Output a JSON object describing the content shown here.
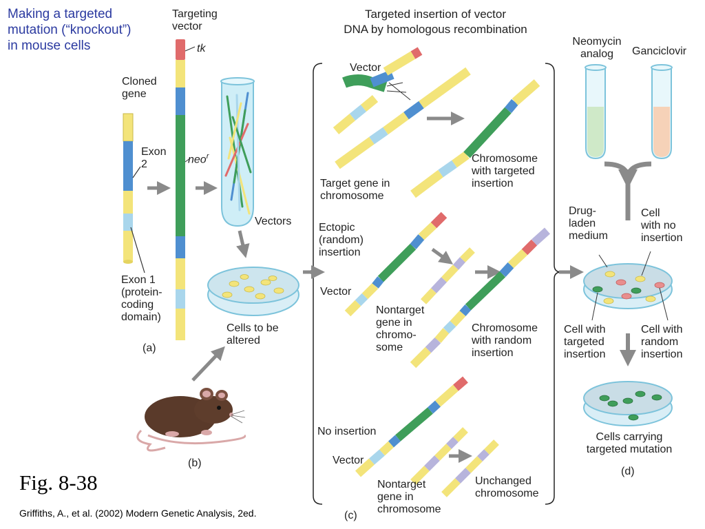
{
  "title": "Making a targeted\nmutation (“knockout”)\nin mouse cells",
  "figure_label": "Fig. 8-38",
  "citation": "Griffiths, A., et al. (2002) Modern Genetic Analysis, 2ed.",
  "panel_a": {
    "targeting_vector": "Targeting\nvector",
    "tk": "tk",
    "cloned_gene": "Cloned\ngene",
    "exon2": "Exon\n2",
    "neo": "neo",
    "neo_sup": "r",
    "exon1": "Exon 1\n(protein-\ncoding\ndomain)",
    "vectors": "Vectors",
    "cells_to_be_altered": "Cells to be\naltered",
    "label": "(a)"
  },
  "panel_b": {
    "label": "(b)"
  },
  "panel_c": {
    "heading": "Targeted insertion of vector\nDNA by homologous recombination",
    "vector1": "Vector",
    "target_gene": "Target gene in\nchromosome",
    "chrom_targeted": "Chromosome\nwith targeted\ninsertion",
    "ectopic": "Ectopic\n(random)\ninsertion",
    "vector2": "Vector",
    "nontarget1": "Nontarget\ngene in\nchromo-\nsome",
    "chrom_random": "Chromosome\nwith random\ninsertion",
    "no_insertion": "No insertion",
    "vector3": "Vector",
    "nontarget2": "Nontarget\ngene in\nchromosome",
    "unchanged": "Unchanged\nchromosome",
    "label": "(c)"
  },
  "panel_d": {
    "neomycin": "Neomycin\nanalog",
    "ganciclovir": "Ganciclovir",
    "drug_medium": "Drug-\nladen\nmedium",
    "cell_no_insertion": "Cell\nwith no\ninsertion",
    "cell_targeted": "Cell with\ntargeted\ninsertion",
    "cell_random": "Cell with\nrandom\ninsertion",
    "cells_carrying": "Cells carrying\ntargeted mutation",
    "label": "(d)"
  },
  "colors": {
    "title": "#2b3aa0",
    "dna_yellow": "#f3e47a",
    "dna_blue": "#4f8fd0",
    "dna_lightblue": "#a9d6ec",
    "dna_green": "#3f9e5a",
    "dna_red": "#e06b6b",
    "dna_lavender": "#b7b4dc",
    "arrow_gray": "#8a8a8a"
  }
}
